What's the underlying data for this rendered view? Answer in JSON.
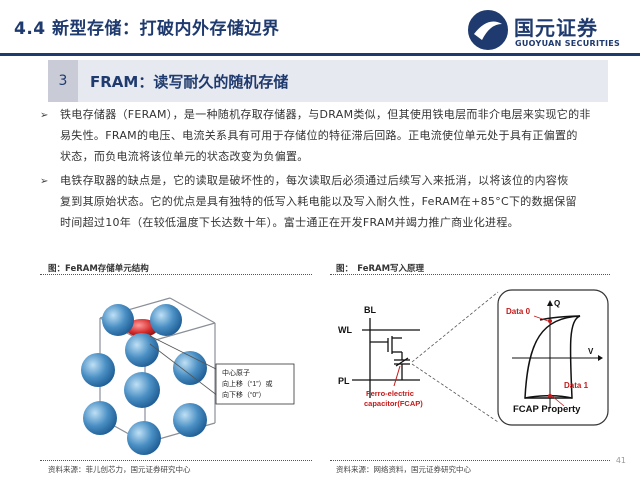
{
  "header": {
    "title": "4.4 新型存储：打破内外存储边界",
    "logo_cn": "国元证券",
    "logo_en": "GUOYUAN SECURITIES"
  },
  "section": {
    "number": "3",
    "title": "FRAM：读写耐久的随机存储"
  },
  "paragraphs": [
    {
      "bullet": "➢",
      "lines": [
        "铁电存储器（FERAM），是一种随机存取存储器，与DRAM类似，但其使用铁电层而非介电层来实现它的非",
        "易失性。FRAM的电压、电流关系具有可用于存储位的特征滞后回路。正电流使位单元处于具有正偏置的",
        "状态，而负电流将该位单元的状态改变为负偏置。"
      ]
    },
    {
      "bullet": "➢",
      "lines": [
        "电铁存取器的缺点是，它的读取是破坏性的，每次读取后必须通过后续写入来抵消，以将该位的内容恢",
        "复到其原始状态。它的优点是具有独特的低写入耗电能以及写入耐久性，FeRAM在+85°C下的数据保留",
        "时间超过10年（在较低温度下长达数十年）。富士通正在开发FRAM并竭力推广商业化进程。"
      ]
    }
  ],
  "figure_left": {
    "caption": "图：FeRAM存储单元结构",
    "callout_lines": [
      "中心原子",
      "向上移（“1”）或",
      "向下移（“0”）"
    ],
    "source": "资料来源：菲儿创芯力，国元证券研究中心"
  },
  "figure_right": {
    "caption": "图：　FeRAM写入原理",
    "labels": {
      "bl": "BL",
      "wl": "WL",
      "pl": "PL",
      "ferro1": "Ferro-electric",
      "ferro2": "capacitor(FCAP)",
      "data0": "Data 0",
      "q": "Q",
      "v": "V",
      "data1": "Data 1",
      "fcap": "FCAP Property"
    },
    "source": "资料来源：网络资料，国元证券研究中心"
  },
  "page_number": "41",
  "colors": {
    "brand": "#1f3a6e",
    "sphere": "#4a8fc4",
    "center_atom": "#d42a2a",
    "curve": "#1a1a1a"
  }
}
